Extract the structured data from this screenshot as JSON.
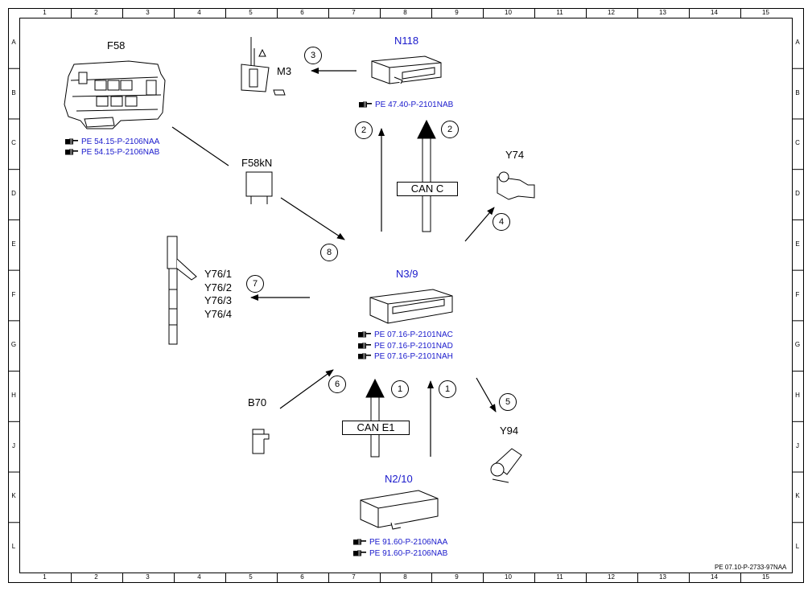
{
  "grid": {
    "columns": [
      "1",
      "2",
      "3",
      "4",
      "5",
      "6",
      "7",
      "8",
      "9",
      "10",
      "11",
      "12",
      "13",
      "14",
      "15"
    ],
    "rows": [
      "A",
      "B",
      "C",
      "D",
      "E",
      "F",
      "G",
      "H",
      "J",
      "K",
      "L"
    ]
  },
  "components": {
    "f58": {
      "code": "F58",
      "refs": [
        "PE 54.15-P-2106NAA",
        "PE 54.15-P-2106NAB"
      ]
    },
    "m3": {
      "code": "M3"
    },
    "n118": {
      "code": "N118",
      "refs": [
        "PE 47.40-P-2101NAB"
      ]
    },
    "f58kn": {
      "code": "F58kN"
    },
    "y74": {
      "code": "Y74"
    },
    "y76": {
      "codes": [
        "Y76/1",
        "Y76/2",
        "Y76/3",
        "Y76/4"
      ]
    },
    "n3_9": {
      "code": "N3/9",
      "refs": [
        "PE 07.16-P-2101NAC",
        "PE 07.16-P-2101NAD",
        "PE 07.16-P-2101NAH"
      ]
    },
    "b70": {
      "code": "B70"
    },
    "y94": {
      "code": "Y94"
    },
    "n2_10": {
      "code": "N2/10",
      "refs": [
        "PE 91.60-P-2106NAA",
        "PE 91.60-P-2106NAB"
      ]
    }
  },
  "buses": {
    "can_c": "CAN C",
    "can_e1": "CAN E1"
  },
  "markers": {
    "m1a": "1",
    "m1b": "1",
    "m2a": "2",
    "m2b": "2",
    "m3": "3",
    "m4": "4",
    "m5": "5",
    "m6": "6",
    "m7": "7",
    "m8": "8"
  },
  "footer": "PE 07.10-P-2733-97NAA",
  "colors": {
    "blue_text": "#1a1acc",
    "line": "#000000"
  }
}
